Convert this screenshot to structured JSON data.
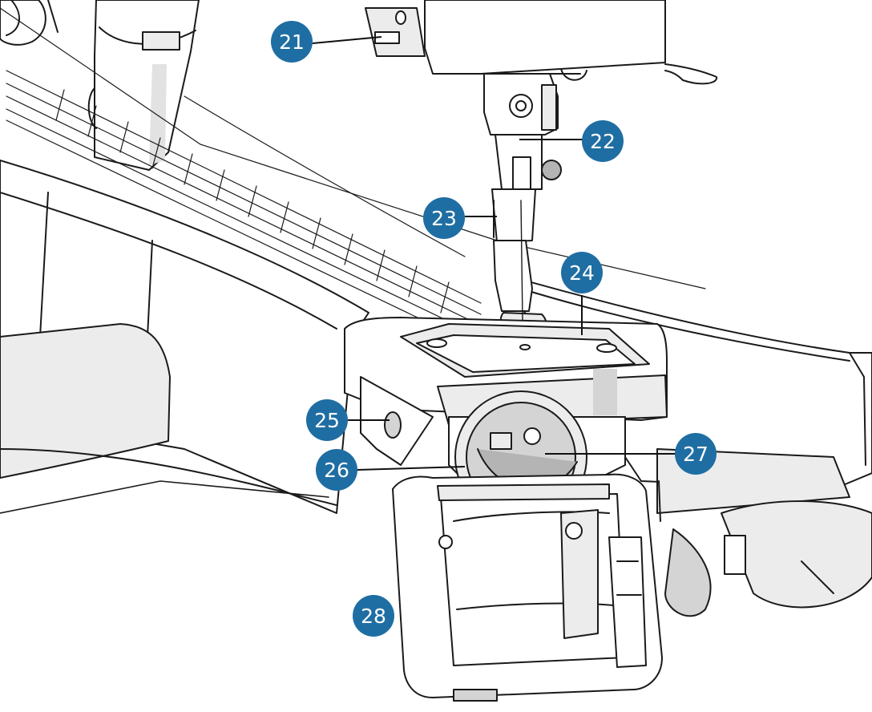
{
  "figure": {
    "subject": "sewing-machine-needle-and-bobbin-area",
    "colors": {
      "callout_fill": "#1f6ea3",
      "callout_text": "#ffffff",
      "leader_line": "#111111",
      "outline": "#1a1a1a",
      "surface": "#ffffff",
      "shade_light": "#ececec",
      "shade_mid": "#d4d4d4",
      "shade_dark": "#b4b4b4"
    }
  },
  "callouts": [
    {
      "id": "21",
      "label": "21"
    },
    {
      "id": "22",
      "label": "22"
    },
    {
      "id": "23",
      "label": "23"
    },
    {
      "id": "24",
      "label": "24"
    },
    {
      "id": "25",
      "label": "25"
    },
    {
      "id": "26",
      "label": "26"
    },
    {
      "id": "27",
      "label": "27"
    },
    {
      "id": "28",
      "label": "28"
    }
  ]
}
